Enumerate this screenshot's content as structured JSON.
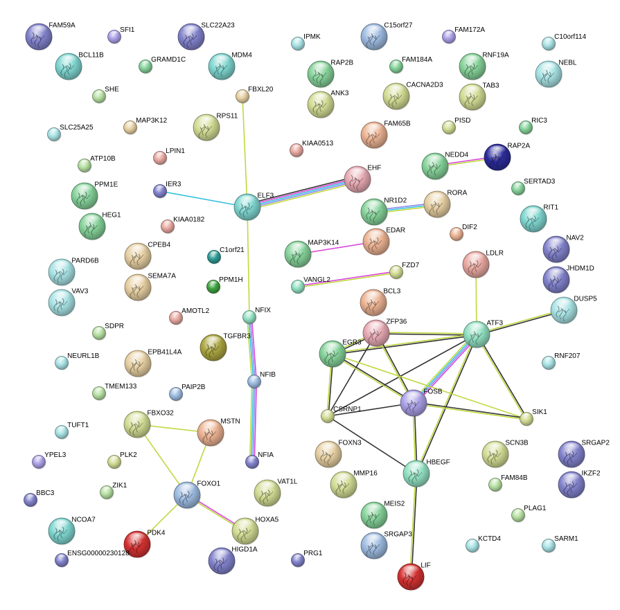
{
  "network": {
    "node_colors": {
      "purple": "#8282cc",
      "teal": "#7fd6d0",
      "lightteal": "#a8e2e4",
      "green": "#86d29a",
      "lightgreen": "#b6e0a2",
      "olive": "#d2dc94",
      "tan": "#e6cfa2",
      "peach": "#ebb292",
      "salmon": "#e8a8a0",
      "pink": "#e6a9b2",
      "darkblue": "#2c2c9a",
      "lavender": "#aaa0e6",
      "red": "#d43232",
      "steel": "#9dbbe0",
      "darkolive": "#aca642",
      "darkteal": "#2e9c94",
      "darkgreen": "#3ea23e",
      "mint": "#92e0c2"
    },
    "edge_colors": {
      "text_mining": "#c0d840",
      "coexpression": "#333333",
      "experiments": "#d946d9",
      "databases": "#33c0e0",
      "homology": "#8888ee",
      "fusion": "#f0a030"
    },
    "nodes": [
      {
        "id": "FAM59A",
        "label": "FAM59A",
        "color": "purple",
        "size": "large",
        "structure": true
      },
      {
        "id": "SFI1",
        "label": "SFI1",
        "color": "lavender",
        "size": "small"
      },
      {
        "id": "SLC22A23",
        "label": "SLC22A23",
        "color": "purple",
        "size": "large",
        "structure": true
      },
      {
        "id": "IPMK",
        "label": "IPMK",
        "color": "lightteal",
        "size": "small"
      },
      {
        "id": "C15orf27",
        "label": "C15orf27",
        "color": "steel",
        "size": "large",
        "structure": true
      },
      {
        "id": "FAM172A",
        "label": "FAM172A",
        "color": "lavender",
        "size": "small"
      },
      {
        "id": "C10orf114",
        "label": "C10orf114",
        "color": "lightteal",
        "size": "small"
      },
      {
        "id": "BCL11B",
        "label": "BCL11B",
        "color": "teal",
        "size": "large",
        "structure": true
      },
      {
        "id": "GRAMD1C",
        "label": "GRAMD1C",
        "color": "green",
        "size": "small"
      },
      {
        "id": "MDM4",
        "label": "MDM4",
        "color": "teal",
        "size": "large",
        "structure": true
      },
      {
        "id": "RAP2B",
        "label": "RAP2B",
        "color": "green",
        "size": "large",
        "structure": true
      },
      {
        "id": "FAM184A",
        "label": "FAM184A",
        "color": "green",
        "size": "small"
      },
      {
        "id": "RNF19A",
        "label": "RNF19A",
        "color": "green",
        "size": "large",
        "structure": true
      },
      {
        "id": "NEBL",
        "label": "NEBL",
        "color": "lightteal",
        "size": "large",
        "structure": true
      },
      {
        "id": "SHE",
        "label": "SHE",
        "color": "lightgreen",
        "size": "small"
      },
      {
        "id": "FBXL20",
        "label": "FBXL20",
        "color": "tan",
        "size": "small"
      },
      {
        "id": "ANK3",
        "label": "ANK3",
        "color": "olive",
        "size": "large",
        "structure": true
      },
      {
        "id": "CACNA2D3",
        "label": "CACNA2D3",
        "color": "olive",
        "size": "large",
        "structure": true
      },
      {
        "id": "TAB3",
        "label": "TAB3",
        "color": "olive",
        "size": "large",
        "structure": true
      },
      {
        "id": "RPS11",
        "label": "RPS11",
        "color": "olive",
        "size": "large",
        "structure": true
      },
      {
        "id": "MAP3K12",
        "label": "MAP3K12",
        "color": "tan",
        "size": "small"
      },
      {
        "id": "SLC25A25",
        "label": "SLC25A25",
        "color": "lightteal",
        "size": "small"
      },
      {
        "id": "FAM65B",
        "label": "FAM65B",
        "color": "peach",
        "size": "large",
        "structure": true
      },
      {
        "id": "PISD",
        "label": "PISD",
        "color": "olive",
        "size": "small"
      },
      {
        "id": "RIC3",
        "label": "RIC3",
        "color": "green",
        "size": "small"
      },
      {
        "id": "LPIN1",
        "label": "LPIN1",
        "color": "salmon",
        "size": "small"
      },
      {
        "id": "KIAA0513",
        "label": "KIAA0513",
        "color": "salmon",
        "size": "small"
      },
      {
        "id": "ATP10B",
        "label": "ATP10B",
        "color": "lightgreen",
        "size": "small"
      },
      {
        "id": "NEDD4",
        "label": "NEDD4",
        "color": "green",
        "size": "large",
        "structure": true
      },
      {
        "id": "RAP2A",
        "label": "RAP2A",
        "color": "darkblue",
        "size": "large",
        "structure": true
      },
      {
        "id": "EHF",
        "label": "EHF",
        "color": "pink",
        "size": "large",
        "structure": true
      },
      {
        "id": "PPM1E",
        "label": "PPM1E",
        "color": "green",
        "size": "large",
        "structure": true
      },
      {
        "id": "IER3",
        "label": "IER3",
        "color": "purple",
        "size": "small"
      },
      {
        "id": "SERTAD3",
        "label": "SERTAD3",
        "color": "green",
        "size": "small"
      },
      {
        "id": "RORA",
        "label": "RORA",
        "color": "tan",
        "size": "large",
        "structure": true
      },
      {
        "id": "NR1D2",
        "label": "NR1D2",
        "color": "green",
        "size": "large",
        "structure": true
      },
      {
        "id": "ELF3",
        "label": "ELF3",
        "color": "teal",
        "size": "large",
        "structure": true
      },
      {
        "id": "RIT1",
        "label": "RIT1",
        "color": "teal",
        "size": "large",
        "structure": true
      },
      {
        "id": "HEG1",
        "label": "HEG1",
        "color": "green",
        "size": "large",
        "structure": true
      },
      {
        "id": "KIAA0182",
        "label": "KIAA0182",
        "color": "salmon",
        "size": "small"
      },
      {
        "id": "DIF2",
        "label": "DIF2",
        "color": "peach",
        "size": "small"
      },
      {
        "id": "EDAR",
        "label": "EDAR",
        "color": "peach",
        "size": "large",
        "structure": true
      },
      {
        "id": "NAV2",
        "label": "NAV2",
        "color": "purple",
        "size": "large",
        "structure": true
      },
      {
        "id": "CPEB4",
        "label": "CPEB4",
        "color": "tan",
        "size": "large",
        "structure": true
      },
      {
        "id": "MAP3K14",
        "label": "MAP3K14",
        "color": "green",
        "size": "large",
        "structure": true
      },
      {
        "id": "C1orf21",
        "label": "C1orf21",
        "color": "darkteal",
        "size": "small"
      },
      {
        "id": "LDLR",
        "label": "LDLR",
        "color": "salmon",
        "size": "large",
        "structure": true
      },
      {
        "id": "PARD6B",
        "label": "PARD6B",
        "color": "lightteal",
        "size": "large",
        "structure": true
      },
      {
        "id": "JHDM1D",
        "label": "JHDM1D",
        "color": "purple",
        "size": "large",
        "structure": true
      },
      {
        "id": "SEMA7A",
        "label": "SEMA7A",
        "color": "tan",
        "size": "large",
        "structure": true
      },
      {
        "id": "FZD7",
        "label": "FZD7",
        "color": "olive",
        "size": "small"
      },
      {
        "id": "VAV3",
        "label": "VAV3",
        "color": "lightteal",
        "size": "large",
        "structure": true
      },
      {
        "id": "PPM1H",
        "label": "PPM1H",
        "color": "darkgreen",
        "size": "small"
      },
      {
        "id": "VANGL2",
        "label": "VANGL2",
        "color": "mint",
        "size": "small"
      },
      {
        "id": "BCL3",
        "label": "BCL3",
        "color": "peach",
        "size": "large",
        "structure": true
      },
      {
        "id": "DUSP5",
        "label": "DUSP5",
        "color": "lightteal",
        "size": "large",
        "structure": true
      },
      {
        "id": "AMOTL2",
        "label": "AMOTL2",
        "color": "salmon",
        "size": "small"
      },
      {
        "id": "NFIX",
        "label": "NFIX",
        "color": "mint",
        "size": "small"
      },
      {
        "id": "ZFP36",
        "label": "ZFP36",
        "color": "pink",
        "size": "large",
        "structure": true
      },
      {
        "id": "ATF3",
        "label": "ATF3",
        "color": "mint",
        "size": "large",
        "structure": true
      },
      {
        "id": "SDPR",
        "label": "SDPR",
        "color": "lightgreen",
        "size": "small"
      },
      {
        "id": "TGFBR3",
        "label": "TGFBR3",
        "color": "darkolive",
        "size": "large",
        "structure": true
      },
      {
        "id": "EGR3",
        "label": "EGR3",
        "color": "green",
        "size": "large",
        "structure": true
      },
      {
        "id": "EPB41L4A",
        "label": "EPB41L4A",
        "color": "tan",
        "size": "large",
        "structure": true
      },
      {
        "id": "NEURL1B",
        "label": "NEURL1B",
        "color": "lightteal",
        "size": "small"
      },
      {
        "id": "RNF207",
        "label": "RNF207",
        "color": "lightteal",
        "size": "small"
      },
      {
        "id": "NFIB",
        "label": "NFIB",
        "color": "steel",
        "size": "small"
      },
      {
        "id": "TMEM133",
        "label": "TMEM133",
        "color": "lightgreen",
        "size": "small"
      },
      {
        "id": "PAIP2B",
        "label": "PAIP2B",
        "color": "steel",
        "size": "small"
      },
      {
        "id": "FOSB",
        "label": "FOSB",
        "color": "lavender",
        "size": "large",
        "structure": true
      },
      {
        "id": "CSRNP1",
        "label": "CSRNP1",
        "color": "olive",
        "size": "small"
      },
      {
        "id": "SIK1",
        "label": "SIK1",
        "color": "olive",
        "size": "small"
      },
      {
        "id": "FBXO32",
        "label": "FBXO32",
        "color": "olive",
        "size": "large",
        "structure": true
      },
      {
        "id": "MSTN",
        "label": "MSTN",
        "color": "peach",
        "size": "large",
        "structure": true
      },
      {
        "id": "TUFT1",
        "label": "TUFT1",
        "color": "lightteal",
        "size": "small"
      },
      {
        "id": "FOXN3",
        "label": "FOXN3",
        "color": "tan",
        "size": "large",
        "structure": true
      },
      {
        "id": "SCN3B",
        "label": "SCN3B",
        "color": "olive",
        "size": "large",
        "structure": true
      },
      {
        "id": "SRGAP2",
        "label": "SRGAP2",
        "color": "purple",
        "size": "large",
        "structure": true
      },
      {
        "id": "YPEL3",
        "label": "YPEL3",
        "color": "lavender",
        "size": "small"
      },
      {
        "id": "PLK2",
        "label": "PLK2",
        "color": "olive",
        "size": "small"
      },
      {
        "id": "NFIA",
        "label": "NFIA",
        "color": "purple",
        "size": "small"
      },
      {
        "id": "HBEGF",
        "label": "HBEGF",
        "color": "mint",
        "size": "large",
        "structure": true
      },
      {
        "id": "IKZF2",
        "label": "IKZF2",
        "color": "purple",
        "size": "large",
        "structure": true
      },
      {
        "id": "MMP16",
        "label": "MMP16",
        "color": "olive",
        "size": "large",
        "structure": true
      },
      {
        "id": "FAM84B",
        "label": "FAM84B",
        "color": "lightgreen",
        "size": "small"
      },
      {
        "id": "ZIK1",
        "label": "ZIK1",
        "color": "lightgreen",
        "size": "small"
      },
      {
        "id": "FOXO1",
        "label": "FOXO1",
        "color": "steel",
        "size": "large",
        "structure": true
      },
      {
        "id": "VAT1L",
        "label": "VAT1L",
        "color": "olive",
        "size": "large",
        "structure": true
      },
      {
        "id": "BBC3",
        "label": "BBC3",
        "color": "purple",
        "size": "small"
      },
      {
        "id": "MEIS2",
        "label": "MEIS2",
        "color": "green",
        "size": "large",
        "structure": true
      },
      {
        "id": "PLAG1",
        "label": "PLAG1",
        "color": "lightgreen",
        "size": "small"
      },
      {
        "id": "NCOA7",
        "label": "NCOA7",
        "color": "teal",
        "size": "large",
        "structure": true
      },
      {
        "id": "HOXA5",
        "label": "HOXA5",
        "color": "olive",
        "size": "large",
        "structure": true
      },
      {
        "id": "PDK4",
        "label": "PDK4",
        "color": "red",
        "size": "large",
        "structure": true
      },
      {
        "id": "SRGAP3",
        "label": "SRGAP3",
        "color": "steel",
        "size": "large",
        "structure": true
      },
      {
        "id": "KCTD4",
        "label": "KCTD4",
        "color": "lightteal",
        "size": "small"
      },
      {
        "id": "SARM1",
        "label": "SARM1",
        "color": "lightteal",
        "size": "small"
      },
      {
        "id": "HIGD1A",
        "label": "HIGD1A",
        "color": "purple",
        "size": "large",
        "structure": true
      },
      {
        "id": "ENSG00000230128",
        "label": "ENSG00000230128",
        "color": "purple",
        "size": "small"
      },
      {
        "id": "PRG1",
        "label": "PRG1",
        "color": "purple",
        "size": "small"
      },
      {
        "id": "LIF",
        "label": "LIF",
        "color": "red",
        "size": "large",
        "structure": true
      }
    ],
    "edges": [
      {
        "source": "FBXL20",
        "target": "ELF3",
        "types": [
          "text_mining"
        ]
      },
      {
        "source": "IER3",
        "target": "ELF3",
        "types": [
          "databases"
        ]
      },
      {
        "source": "ELF3",
        "target": "EHF",
        "types": [
          "coexpression",
          "experiments",
          "databases",
          "homology",
          "text_mining"
        ]
      },
      {
        "source": "ELF3",
        "target": "NFIX",
        "types": [
          "text_mining"
        ]
      },
      {
        "source": "NFIX",
        "target": "NFIB",
        "types": [
          "experiments",
          "homology",
          "databases",
          "text_mining"
        ]
      },
      {
        "source": "NFIB",
        "target": "NFIA",
        "types": [
          "experiments",
          "homology",
          "databases",
          "text_mining"
        ]
      },
      {
        "source": "NEDD4",
        "target": "RAP2A",
        "types": [
          "experiments",
          "text_mining"
        ]
      },
      {
        "source": "NR1D2",
        "target": "RORA",
        "types": [
          "homology",
          "databases",
          "text_mining"
        ]
      },
      {
        "source": "MAP3K14",
        "target": "EDAR",
        "types": [
          "experiments"
        ]
      },
      {
        "source": "VANGL2",
        "target": "FZD7",
        "types": [
          "experiments",
          "text_mining"
        ]
      },
      {
        "source": "LDLR",
        "target": "ATF3",
        "types": [
          "text_mining"
        ]
      },
      {
        "source": "DUSP5",
        "target": "ATF3",
        "types": [
          "coexpression",
          "text_mining"
        ]
      },
      {
        "source": "ATF3",
        "target": "ZFP36",
        "types": [
          "coexpression",
          "text_mining"
        ]
      },
      {
        "source": "ATF3",
        "target": "EGR3",
        "types": [
          "coexpression",
          "text_mining"
        ]
      },
      {
        "source": "ATF3",
        "target": "FOSB",
        "types": [
          "experiments",
          "homology",
          "databases",
          "text_mining"
        ]
      },
      {
        "source": "ATF3",
        "target": "CSRNP1",
        "types": [
          "coexpression"
        ]
      },
      {
        "source": "ATF3",
        "target": "SIK1",
        "types": [
          "coexpression",
          "text_mining"
        ]
      },
      {
        "source": "ATF3",
        "target": "HBEGF",
        "types": [
          "coexpression",
          "text_mining"
        ]
      },
      {
        "source": "ZFP36",
        "target": "EGR3",
        "types": [
          "coexpression",
          "text_mining"
        ]
      },
      {
        "source": "ZFP36",
        "target": "FOSB",
        "types": [
          "coexpression",
          "text_mining"
        ]
      },
      {
        "source": "ZFP36",
        "target": "CSRNP1",
        "types": [
          "coexpression"
        ]
      },
      {
        "source": "EGR3",
        "target": "FOSB",
        "types": [
          "coexpression",
          "text_mining"
        ]
      },
      {
        "source": "EGR3",
        "target": "CSRNP1",
        "types": [
          "coexpression",
          "text_mining"
        ]
      },
      {
        "source": "EGR3",
        "target": "SIK1",
        "types": [
          "text_mining"
        ]
      },
      {
        "source": "FOSB",
        "target": "CSRNP1",
        "types": [
          "coexpression"
        ]
      },
      {
        "source": "FOSB",
        "target": "SIK1",
        "types": [
          "coexpression",
          "text_mining"
        ]
      },
      {
        "source": "FOSB",
        "target": "HBEGF",
        "types": [
          "coexpression",
          "text_mining"
        ]
      },
      {
        "source": "CSRNP1",
        "target": "HBEGF",
        "types": [
          "coexpression"
        ]
      },
      {
        "source": "HBEGF",
        "target": "LIF",
        "types": [
          "coexpression",
          "text_mining"
        ]
      },
      {
        "source": "FBXO32",
        "target": "MSTN",
        "types": [
          "text_mining"
        ]
      },
      {
        "source": "FBXO32",
        "target": "FOXO1",
        "types": [
          "text_mining"
        ]
      },
      {
        "source": "MSTN",
        "target": "FOXO1",
        "types": [
          "text_mining"
        ]
      },
      {
        "source": "FOXO1",
        "target": "PDK4",
        "types": [
          "text_mining"
        ]
      },
      {
        "source": "FOXO1",
        "target": "HOXA5",
        "types": [
          "experiments",
          "text_mining"
        ]
      }
    ]
  }
}
